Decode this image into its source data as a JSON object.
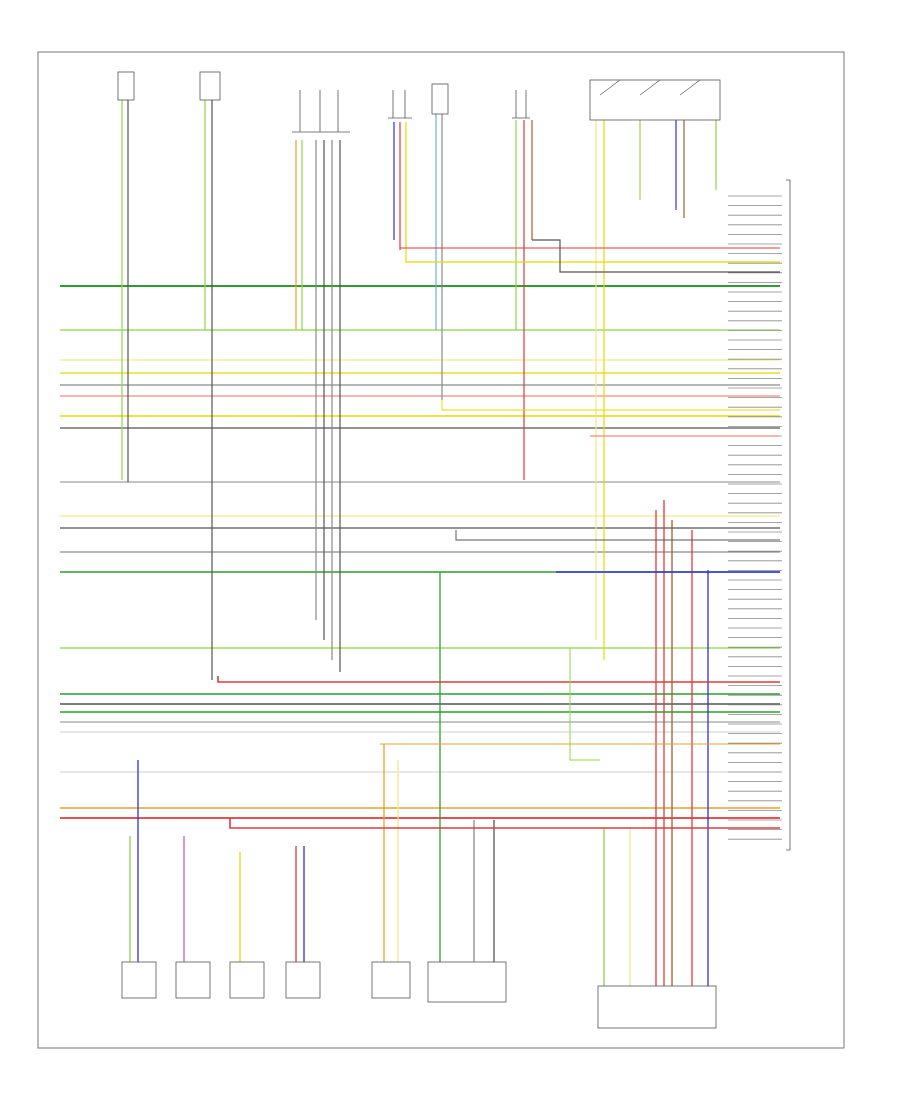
{
  "colors": {
    "green": "#2e9e2e",
    "light_green": "#8fd44a",
    "yellow": "#e8d800",
    "light_yellow": "#f2e98a",
    "red": "#e23a3a",
    "pink": "#f08a8a",
    "blue": "#3030e0",
    "light_blue": "#6ab0e0",
    "grey": "#8a8a8a",
    "dark_grey": "#555555",
    "brown": "#a0602a",
    "orange": "#e8a030",
    "violet": "#c060c0",
    "black": "#111111",
    "white_wire": "#cfcfcf"
  },
  "diagram": {
    "top_components": [
      {
        "id": "c1",
        "label": ""
      },
      {
        "id": "c2",
        "label": ""
      },
      {
        "id": "c3",
        "label": ""
      },
      {
        "id": "c4",
        "label": ""
      },
      {
        "id": "c5",
        "label": ""
      },
      {
        "id": "c6",
        "label": ""
      },
      {
        "id": "c7",
        "label": ""
      }
    ],
    "bottom_components": [
      {
        "id": "b1",
        "label": ""
      },
      {
        "id": "b2",
        "label": ""
      },
      {
        "id": "b3",
        "label": ""
      },
      {
        "id": "b4",
        "label": ""
      },
      {
        "id": "b5",
        "label": ""
      },
      {
        "id": "b6",
        "label": ""
      },
      {
        "id": "b7",
        "label": ""
      }
    ],
    "footer_code": ""
  }
}
